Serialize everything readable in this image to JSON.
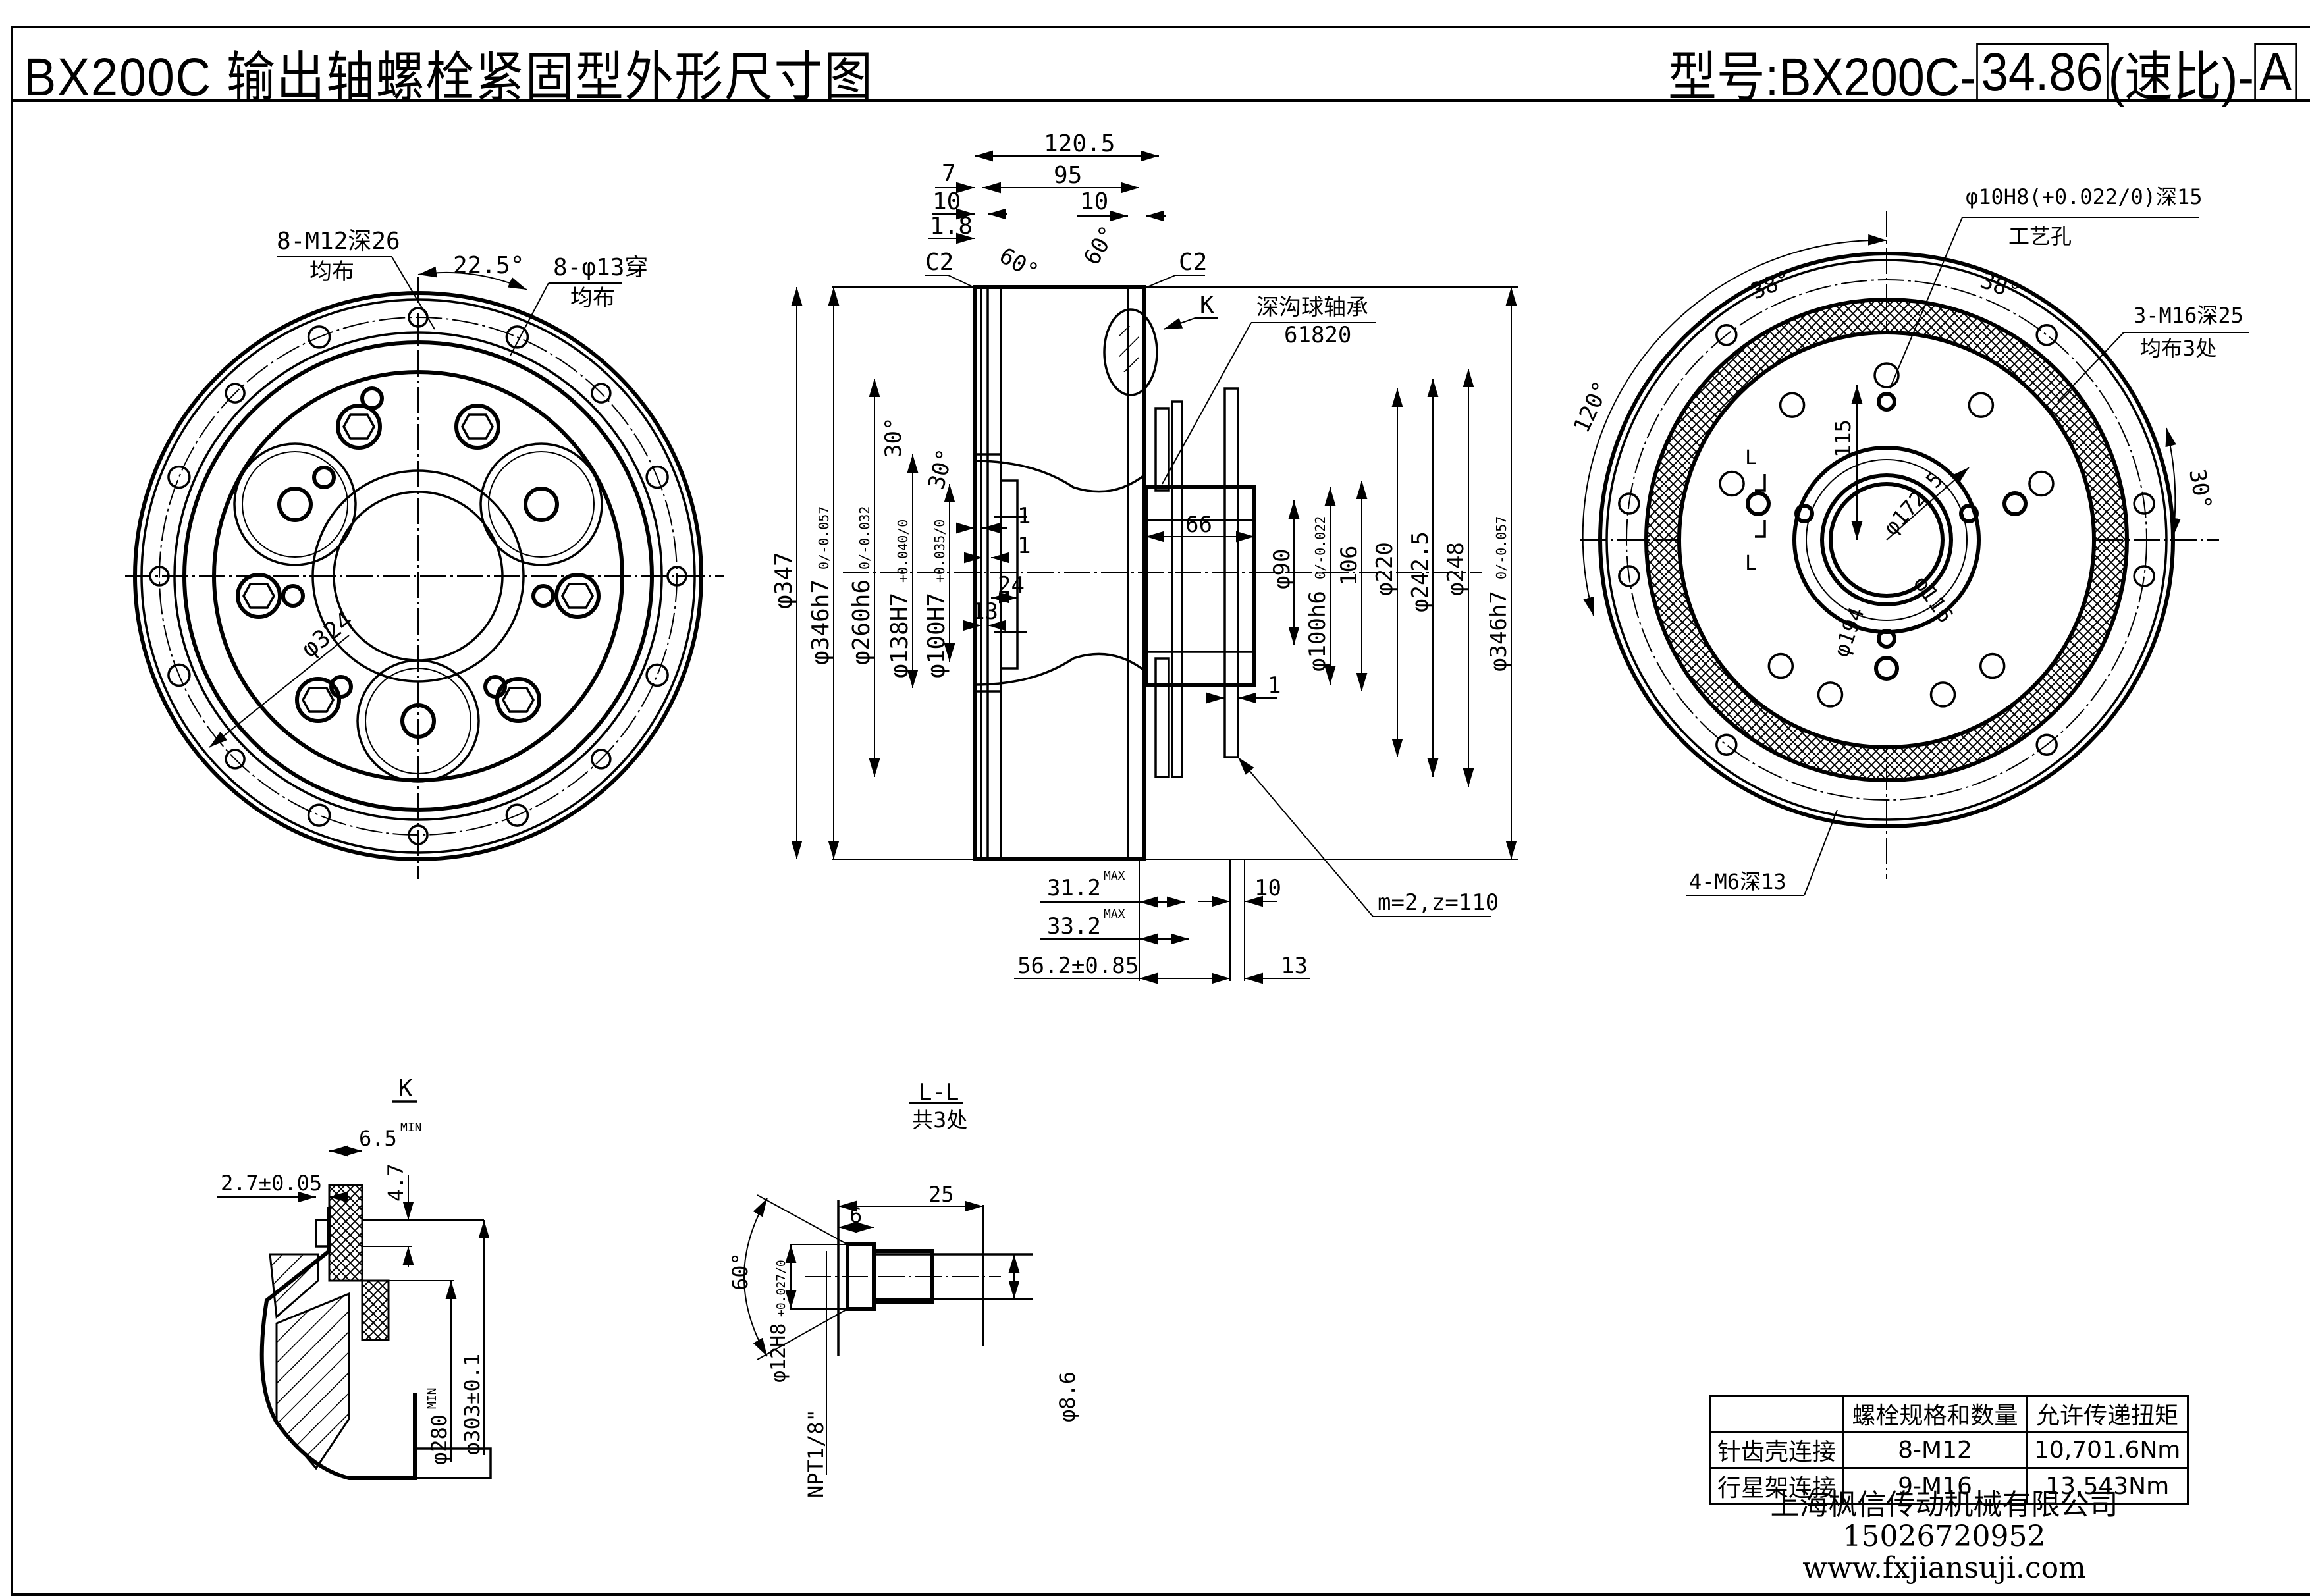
{
  "header": {
    "title": "BX200C  输出轴螺栓紧固型外形尺寸图",
    "model_prefix": "型号:BX200C-",
    "ratio_value": "34.86",
    "ratio_label": "(速比)-",
    "variant": "A"
  },
  "front_view": {
    "callout_tapped": "8-M12深26",
    "callout_tapped_sub": "均布",
    "angle": "22.5°",
    "callout_through": "8-φ13穿",
    "callout_through_sub": "均布",
    "diameter": "φ324"
  },
  "section_view": {
    "top_dims": [
      "120.5",
      "95",
      "7",
      "10",
      "1.8",
      "10"
    ],
    "chamfers": [
      "C2",
      "C2"
    ],
    "angles": [
      "60°",
      "60°",
      "30°",
      "30°"
    ],
    "detail_ref": "K",
    "bearing_label": "深沟球轴承",
    "bearing_code": "61820",
    "left_diameters": [
      "φ347",
      "φ346h7",
      "φ260h6",
      "φ138H7",
      "φ100H7"
    ],
    "left_tolerances": [
      "0/-0.057",
      "0/-0.032",
      "+0.040/0",
      "+0.035/0"
    ],
    "inner_dims": [
      "1",
      "1",
      "24",
      "13",
      "66"
    ],
    "right_diameters": [
      "φ90",
      "φ100h6",
      "106",
      "φ220",
      "φ242.5",
      "φ248",
      "φ346h7"
    ],
    "right_tolerances": [
      "0/-0.022",
      "0/-0.057"
    ],
    "small_dim": "1",
    "bottom_dims": [
      "31.2",
      "33.2",
      "56.2±0.85",
      "10",
      "13"
    ],
    "max_label": "MAX",
    "gear_spec": "m=2,z=110"
  },
  "rear_view": {
    "callout_pin": "φ10H8(+0.022/0)深15",
    "callout_pin_sub": "工艺孔",
    "angles": [
      "38°",
      "38°",
      "120°",
      "30°"
    ],
    "callout_tapped": "3-M16深25",
    "callout_tapped_sub": "均布3处",
    "dims": [
      "115",
      "φ172.5",
      "φ116",
      "φ194"
    ],
    "section_marks": [
      "L",
      "L"
    ],
    "callout_small": "4-M6深13"
  },
  "detail_k": {
    "title": "K",
    "dims": [
      "2.7±0.05",
      "6.5",
      "4.7",
      "φ280",
      "φ303±0.1"
    ],
    "min_label": "MIN"
  },
  "detail_l": {
    "title": "L-L",
    "subtitle": "共3处",
    "dims": [
      "25",
      "6",
      "60°",
      "φ12H8",
      "φ8.6",
      "NPT1/8\""
    ],
    "tolerance": "+0.027/0"
  },
  "bolt_table": {
    "headers": [
      "",
      "螺栓规格和数量",
      "允许传递扭矩"
    ],
    "rows": [
      [
        "针齿壳连接",
        "8-M12",
        "10,701.6Nm"
      ],
      [
        "行星架连接",
        "9-M16",
        "13,543Nm"
      ]
    ]
  },
  "company": {
    "name": "上海枫信传动机械有限公司",
    "phone": "15026720952",
    "website": "www.fxjiansuji.com"
  }
}
